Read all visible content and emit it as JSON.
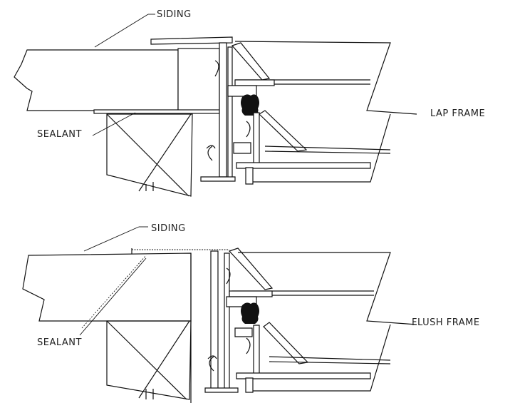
{
  "labels": {
    "top_siding": "SIDING",
    "top_sealant": "SEALANT",
    "top_frame": "LAP FRAME",
    "bottom_siding": "SIDING",
    "bottom_sealant": "SEALANT",
    "bottom_frame": "FLUSH FRAME"
  }
}
